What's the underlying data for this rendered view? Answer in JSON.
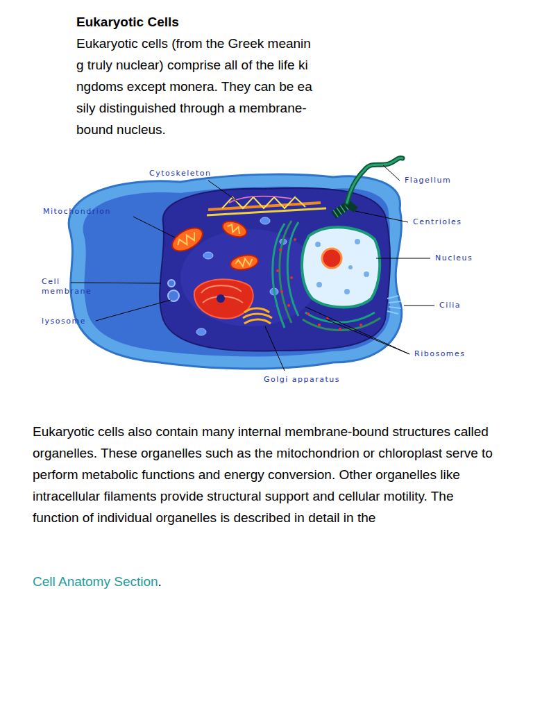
{
  "diagram": {
    "title": "Eukaryotic Cells",
    "labels": [
      "Eukaryotic cells (from the Greek meanin g truly nuclear) comprise all of the life ki ngdoms except monera. They can be ea sily distinguished through a membrane- bound nucleus.",
      "Cytoskeleton",
      "Flagellum",
      "Mitochondrion",
      "Centrioles",
      "Nucleus",
      "Cell membrane",
      "Cilia",
      "lysosome",
      "Ribosomes",
      "Golgi apparatus",
      "Eukaryotic cells also contain many internal membrane-bound structures called organelles. These organelles such as the mitochondrion or chloroplast serve to perform metabolic functions and energy conversion. Other organelles like intracellular filaments provide structural support and cellular motility. The function of individual organelles is described in detail in the",
      "Cell Anatomy Section",
      "."
    ]
  }
}
